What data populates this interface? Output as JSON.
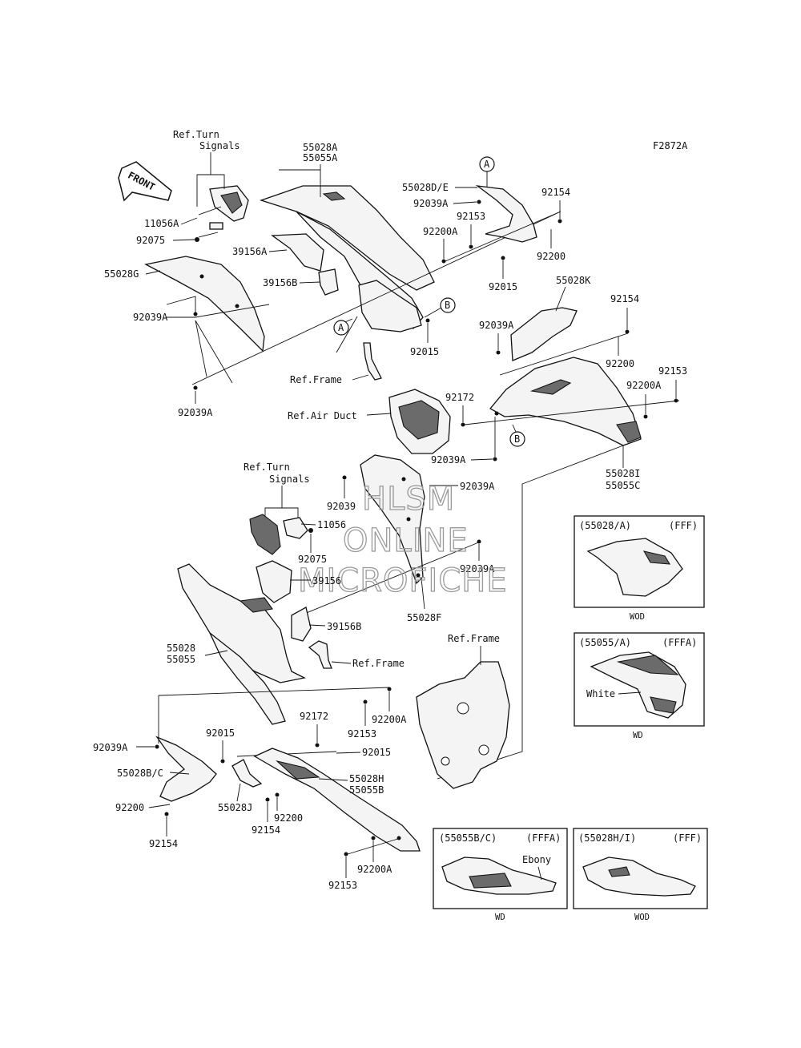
{
  "figure_code": "F2872A",
  "front_arrow": "FRONT",
  "watermark": [
    "HLSM",
    "ONLINE",
    "MICROFICHE"
  ],
  "refs": {
    "turn_signals_top": [
      "Ref.Turn",
      "Signals"
    ],
    "turn_signals_mid": [
      "Ref.Turn",
      "Signals"
    ],
    "frame_top": "Ref.Frame",
    "air_duct": "Ref.Air Duct",
    "frame_mid": "Ref.Frame",
    "frame_lower": "Ref.Frame"
  },
  "callouts": {
    "a1": "A",
    "a2": "A",
    "b1": "B",
    "b2": "B"
  },
  "labels": {
    "p55028A_55055A": [
      "55028A",
      "55055A"
    ],
    "p55028DE": "55028D/E",
    "p92039A_top": "92039A",
    "p92154_top": "92154",
    "p92153_top": "92153",
    "p92200A_top": "92200A",
    "p92200_top": "92200",
    "p92015_top": "92015",
    "p11056A": "11056A",
    "p92075_top": "92075",
    "p39156A": "39156A",
    "p39156B_top": "39156B",
    "p55028G": "55028G",
    "p92039A_left": "92039A",
    "p92015_mid": "92015",
    "p92039A_left_low": "92039A",
    "p55028K": "55028K",
    "p92154_right": "92154",
    "p92039A_right": "92039A",
    "p92200_right": "92200",
    "p92153_right": "92153",
    "p92172_top": "92172",
    "p92200A_right": "92200A",
    "p92039A_right_low": "92039A",
    "p55028I_55055C": [
      "55028I",
      "55055C"
    ],
    "p92039_mid": "92039",
    "p92039A_mid": "92039A",
    "p11056": "11056",
    "p92075_mid": "92075",
    "p92039A_mid2": "92039A",
    "p39156": "39156",
    "p39156B_mid": "39156B",
    "p55028F": "55028F",
    "p55028_55055": [
      "55028",
      "55055"
    ],
    "p92200A_low": "92200A",
    "p92153_low": "92153",
    "p92172_low": "92172",
    "p92039A_low": "92039A",
    "p92015_low1": "92015",
    "p92015_low2": "92015",
    "p55028BC": "55028B/C",
    "p55028H_55055B": [
      "55028H",
      "55055B"
    ],
    "p92200_low_left": "92200",
    "p92154_low_left": "92154",
    "p55028J": "55028J",
    "p92200_low_mid": "92200",
    "p92154_low_mid": "92154",
    "p92200A_bottom": "92200A",
    "p92153_bottom": "92153"
  },
  "insets": [
    {
      "code": "(55028/A)",
      "paint": "(FFF)",
      "variant": "WOD",
      "note": ""
    },
    {
      "code": "(55055/A)",
      "paint": "(FFFA)",
      "variant": "WD",
      "note": "White"
    },
    {
      "code": "(55055B/C)",
      "paint": "(FFFA)",
      "variant": "WD",
      "note": "Ebony"
    },
    {
      "code": "(55028H/I)",
      "paint": "(FFF)",
      "variant": "WOD",
      "note": ""
    }
  ]
}
